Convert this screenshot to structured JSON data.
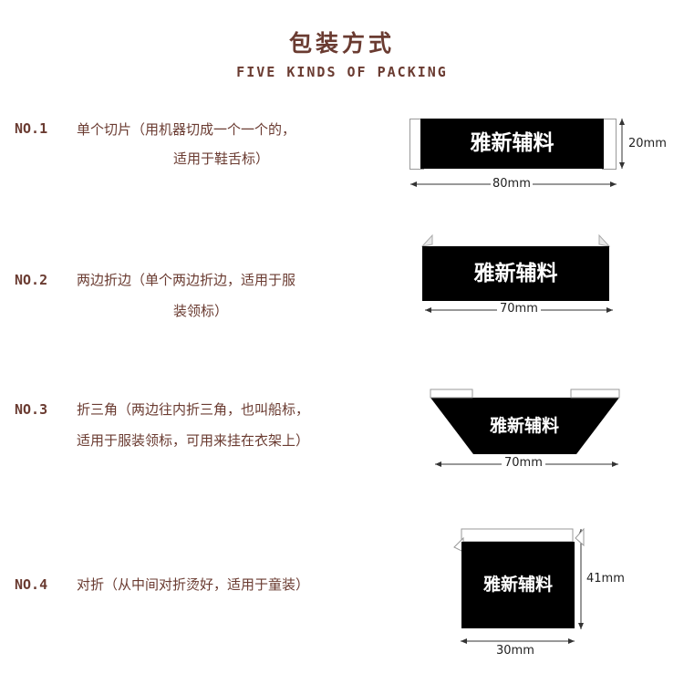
{
  "header": {
    "title": "包装方式",
    "subtitle": "FIVE KINDS OF PACKING"
  },
  "items": [
    {
      "number": "NO.1",
      "desc_line1": "单个切片（用机器切成一个一个的，",
      "desc_line2": "适用于鞋舌标）",
      "label_text": "雅新辅料",
      "width_dim": "80mm",
      "height_dim": "20mm"
    },
    {
      "number": "NO.2",
      "desc_line1": "两边折边（单个两边折边，适用于服",
      "desc_line2": "装领标）",
      "label_text": "雅新辅料",
      "width_dim": "70mm"
    },
    {
      "number": "NO.3",
      "desc_line1": "折三角（两边往内折三角，也叫船标，",
      "desc_line2": "适用于服装领标，可用来挂在衣架上）",
      "label_text": "雅新辅料",
      "width_dim": "70mm"
    },
    {
      "number": "NO.4",
      "desc_line1": "对折（从中间对折烫好，适用于童装）",
      "label_text": "雅新辅料",
      "width_dim": "30mm",
      "height_dim": "41mm"
    }
  ],
  "colors": {
    "text_brown": "#6a3b31",
    "label_black": "#000000",
    "label_text_white": "#ffffff"
  }
}
